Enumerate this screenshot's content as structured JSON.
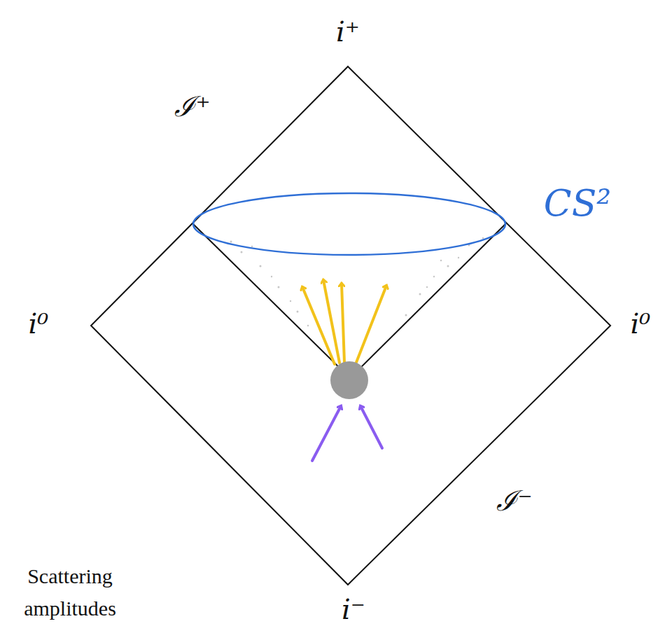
{
  "diagram": {
    "labels": [
      "i⁺",
      "i⁰",
      "i⁰",
      "i⁻",
      "ℐ⁺",
      "ℐ⁻",
      "CS²",
      "Scattering amplitudes"
    ]
  }
}
